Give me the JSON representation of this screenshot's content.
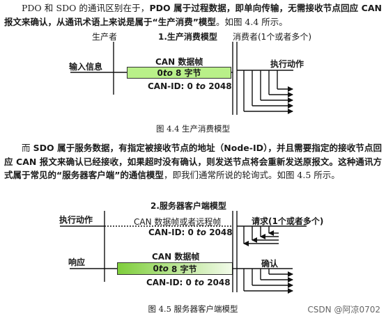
{
  "para1": {
    "t1": "PDO 和 SDO 的通讯区别在于，",
    "b1": "PDO 属于过程数据，即单向传输，无需接收节点回应 CAN 报文来确认，从通讯术语上来说是属于“生产消费”模型",
    "t2": "。如图 4.4 所示。"
  },
  "diagram1": {
    "title": "1.生产消费模型",
    "producer": "生产者",
    "consumer": "消费者(1个或者多个)",
    "input": "输入信息",
    "action": "执行动作",
    "frame_label": "CAN 数据帧",
    "bar_pre": "0 ",
    "bar_to": "to",
    "bar_post": " 8 字节",
    "canid_pre": "CAN-ID: 0 ",
    "canid_to": "to",
    "canid_post": " 2048"
  },
  "caption1": "图 4.4 生产消费模型",
  "para2": {
    "t1": "而 ",
    "b1": "SDO 属于服务数据，有指定被接收节点的地址（Node-ID），并且需要指定的接收节点回应 CAN 报文来确认已经接收，如果超时没有确认，则发送节点将会重新发送原报文。这种通讯方式属于常见的“服务器客户端”的通信模型",
    "t2": "，即我们通常所说的轮询式。如图 4.5 所示。"
  },
  "diagram2": {
    "title": "2.服务器客户端模型",
    "action": "执行动作",
    "request": "请求(1个或者多个)",
    "remote_frame": "CAN 数据帧或者远程帧",
    "canid1_pre": "CAN-ID: 0 ",
    "canid1_to": "to",
    "canid1_post": " 2048",
    "response": "响应",
    "confirm": "确认",
    "frame_label": "CAN 数据帧",
    "bar_pre": "0 ",
    "bar_to": "to",
    "bar_post": " 8 字节",
    "canid2_pre": "CAN-ID: 0 ",
    "canid2_to": "to",
    "canid2_post": " 2048"
  },
  "caption2": "图 4.5 服务器客户端模型",
  "watermark": "CSDN @阿凉0702",
  "colors": {
    "bar1": "#b9f089",
    "bar2_start": "#7fce3c",
    "bar2_end": "#f2fbe9"
  }
}
